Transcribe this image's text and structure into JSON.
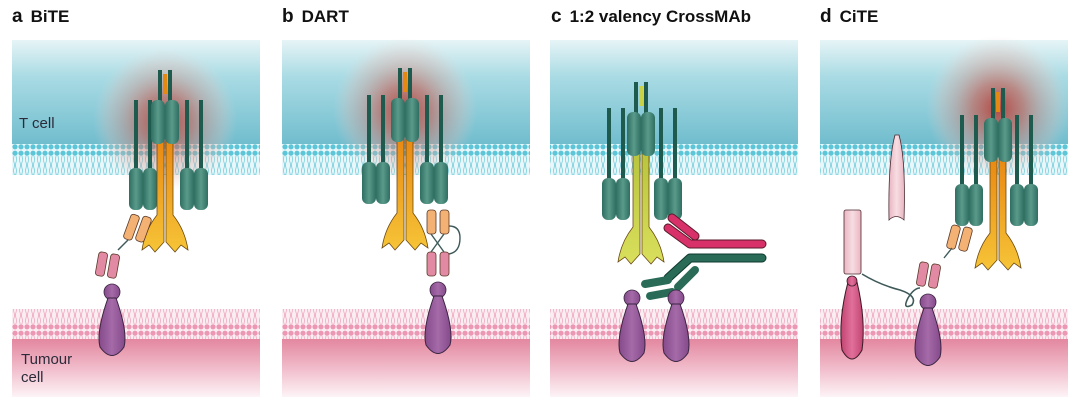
{
  "figure": {
    "panels": [
      {
        "id": "a",
        "letter": "a",
        "title": "BiTE"
      },
      {
        "id": "b",
        "letter": "b",
        "title": "DART"
      },
      {
        "id": "c",
        "letter": "c",
        "title": "1:2 valency CrossMAb"
      },
      {
        "id": "d",
        "letter": "d",
        "title": "CiTE"
      }
    ],
    "labels": {
      "t_cell": "T cell",
      "tumour_line1": "Tumour",
      "tumour_line2": "cell"
    },
    "colors": {
      "t_cell_top": "#cfe9ee",
      "t_cell_bottom": "#7dc3d2",
      "t_membrane": "#55c3d6",
      "tumour_top": "#e48fa9",
      "tumour_bottom": "#fbeff3",
      "tumour_membrane": "#ec8fae",
      "cd3": "#3d7f72",
      "cd3_dark": "#1f5a4f",
      "tcr": "#f2b12d",
      "tcr_dark": "#e48a12",
      "tcr_c": "#c9d34a",
      "bite_orange": "#f3b173",
      "bite_pink": "#e28aa3",
      "antigen": "#9c5ea0",
      "antigen_dark": "#3a2540",
      "crossmab_red": "#d8316a",
      "crossmab_green": "#2a6b58",
      "cite_pink": "#f1c9d2",
      "cite_magenta": "#d45b84",
      "glow": "#c7443a"
    }
  }
}
